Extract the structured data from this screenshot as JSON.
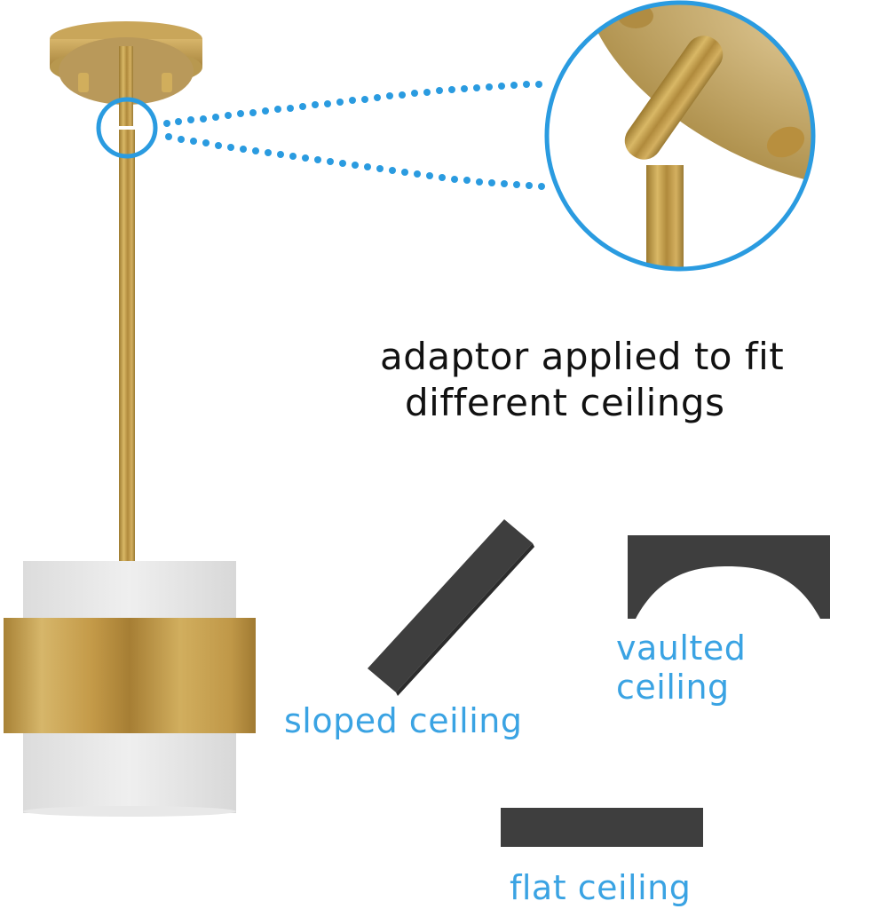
{
  "headline": {
    "line1": "adaptor applied to fit",
    "line2": "different ceilings"
  },
  "ceiling_types": [
    {
      "id": "sloped",
      "label": "sloped ceiling",
      "icon": "sloped-ceiling-icon"
    },
    {
      "id": "vaulted",
      "label": "vaulted ceiling",
      "icon": "vaulted-ceiling-icon"
    },
    {
      "id": "flat",
      "label": "flat ceiling",
      "icon": "flat-ceiling-icon"
    }
  ],
  "colors": {
    "accent_blue": "#3aa3e3",
    "brass": "#c9a24a",
    "shade_white": "#e6e6e6",
    "ceiling_dark": "#3e3e3e",
    "text": "#111111"
  },
  "callout": {
    "highlight": "swivel-joint",
    "zoom_view": "angled-adaptor-detail"
  }
}
